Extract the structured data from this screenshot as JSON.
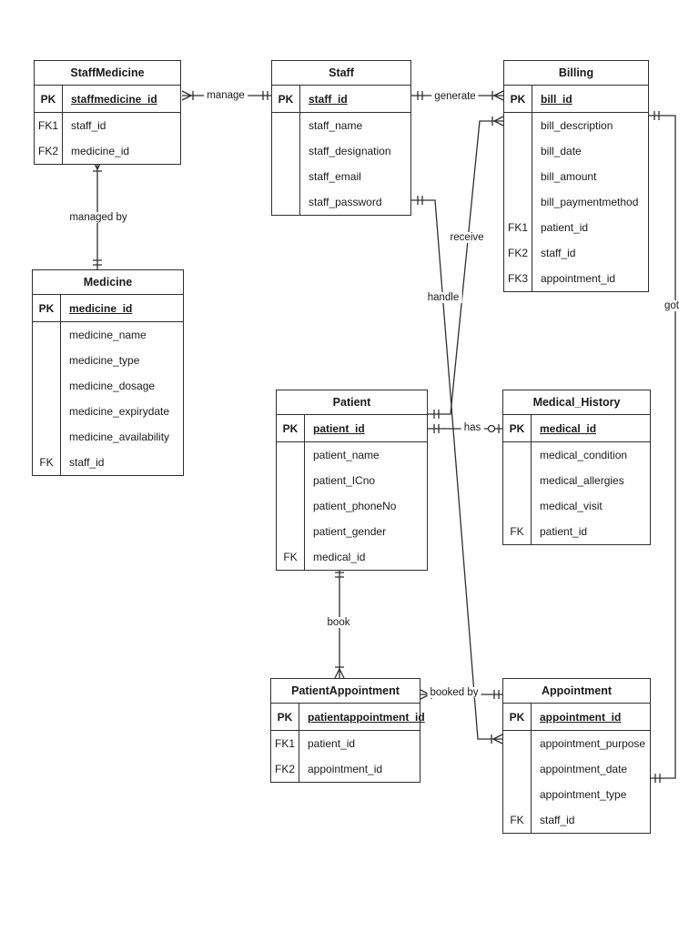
{
  "colors": {
    "line": "#2f2f2f",
    "background": "#ffffff",
    "text": "#1a1a1a"
  },
  "entities": {
    "staff_medicine": {
      "title": "StaffMedicine",
      "rows": [
        {
          "key": "PK",
          "name": "staffmedicine_id",
          "pk": true
        },
        {
          "key": "FK1",
          "name": "staff_id"
        },
        {
          "key": "FK2",
          "name": "medicine_id"
        }
      ]
    },
    "staff": {
      "title": "Staff",
      "rows": [
        {
          "key": "PK",
          "name": "staff_id",
          "pk": true
        },
        {
          "key": "",
          "name": "staff_name"
        },
        {
          "key": "",
          "name": "staff_designation"
        },
        {
          "key": "",
          "name": "staff_email"
        },
        {
          "key": "",
          "name": "staff_password"
        }
      ]
    },
    "billing": {
      "title": "Billing",
      "rows": [
        {
          "key": "PK",
          "name": "bill_id",
          "pk": true
        },
        {
          "key": "",
          "name": "bill_description"
        },
        {
          "key": "",
          "name": "bill_date"
        },
        {
          "key": "",
          "name": "bill_amount"
        },
        {
          "key": "",
          "name": "bill_paymentmethod"
        },
        {
          "key": "FK1",
          "name": "patient_id"
        },
        {
          "key": "FK2",
          "name": "staff_id"
        },
        {
          "key": "FK3",
          "name": "appointment_id"
        }
      ]
    },
    "medicine": {
      "title": "Medicine",
      "rows": [
        {
          "key": "PK",
          "name": "medicine_id",
          "pk": true
        },
        {
          "key": "",
          "name": "medicine_name"
        },
        {
          "key": "",
          "name": "medicine_type"
        },
        {
          "key": "",
          "name": "medicine_dosage"
        },
        {
          "key": "",
          "name": "medicine_expirydate"
        },
        {
          "key": "",
          "name": "medicine_availability"
        },
        {
          "key": "FK",
          "name": "staff_id"
        }
      ]
    },
    "patient": {
      "title": "Patient",
      "rows": [
        {
          "key": "PK",
          "name": "patient_id",
          "pk": true
        },
        {
          "key": "",
          "name": "patient_name"
        },
        {
          "key": "",
          "name": "patient_ICno"
        },
        {
          "key": "",
          "name": "patient_phoneNo"
        },
        {
          "key": "",
          "name": "patient_gender"
        },
        {
          "key": "FK",
          "name": "medical_id"
        }
      ]
    },
    "medical_history": {
      "title": "Medical_History",
      "rows": [
        {
          "key": "PK",
          "name": "medical_id",
          "pk": true
        },
        {
          "key": "",
          "name": "medical_condition"
        },
        {
          "key": "",
          "name": "medical_allergies"
        },
        {
          "key": "",
          "name": "medical_visit"
        },
        {
          "key": "FK",
          "name": "patient_id"
        }
      ]
    },
    "patient_appointment": {
      "title": "PatientAppointment",
      "rows": [
        {
          "key": "PK",
          "name": "patientappointment_id",
          "pk": true
        },
        {
          "key": "FK1",
          "name": "patient_id"
        },
        {
          "key": "FK2",
          "name": "appointment_id"
        }
      ]
    },
    "appointment": {
      "title": "Appointment",
      "rows": [
        {
          "key": "PK",
          "name": "appointment_id",
          "pk": true
        },
        {
          "key": "",
          "name": "appointment_purpose"
        },
        {
          "key": "",
          "name": "appointment_date"
        },
        {
          "key": "",
          "name": "appointment_type"
        },
        {
          "key": "FK",
          "name": "staff_id"
        }
      ]
    }
  },
  "relationships": [
    {
      "label": "manage",
      "from": "Staff",
      "to": "StaffMedicine",
      "from_cardinality": "one",
      "to_cardinality": "many"
    },
    {
      "label": "generate",
      "from": "Staff",
      "to": "Billing",
      "from_cardinality": "one",
      "to_cardinality": "many"
    },
    {
      "label": "managed by",
      "from": "Medicine",
      "to": "StaffMedicine",
      "from_cardinality": "one",
      "to_cardinality": "many"
    },
    {
      "label": "receive",
      "from": "Patient",
      "to": "Billing",
      "from_cardinality": "one",
      "to_cardinality": "many"
    },
    {
      "label": "handle",
      "from": "Staff",
      "to": "Appointment",
      "from_cardinality": "one",
      "to_cardinality": "many"
    },
    {
      "label": "has",
      "from": "Patient",
      "to": "Medical_History",
      "from_cardinality": "one",
      "to_cardinality": "zero-or-one"
    },
    {
      "label": "book",
      "from": "Patient",
      "to": "PatientAppointment",
      "from_cardinality": "one",
      "to_cardinality": "many"
    },
    {
      "label": "booked by",
      "from": "Appointment",
      "to": "PatientAppointment",
      "from_cardinality": "one",
      "to_cardinality": "many"
    },
    {
      "label": "got",
      "from": "Billing",
      "to": "Appointment",
      "from_cardinality": "one",
      "to_cardinality": "one"
    }
  ]
}
